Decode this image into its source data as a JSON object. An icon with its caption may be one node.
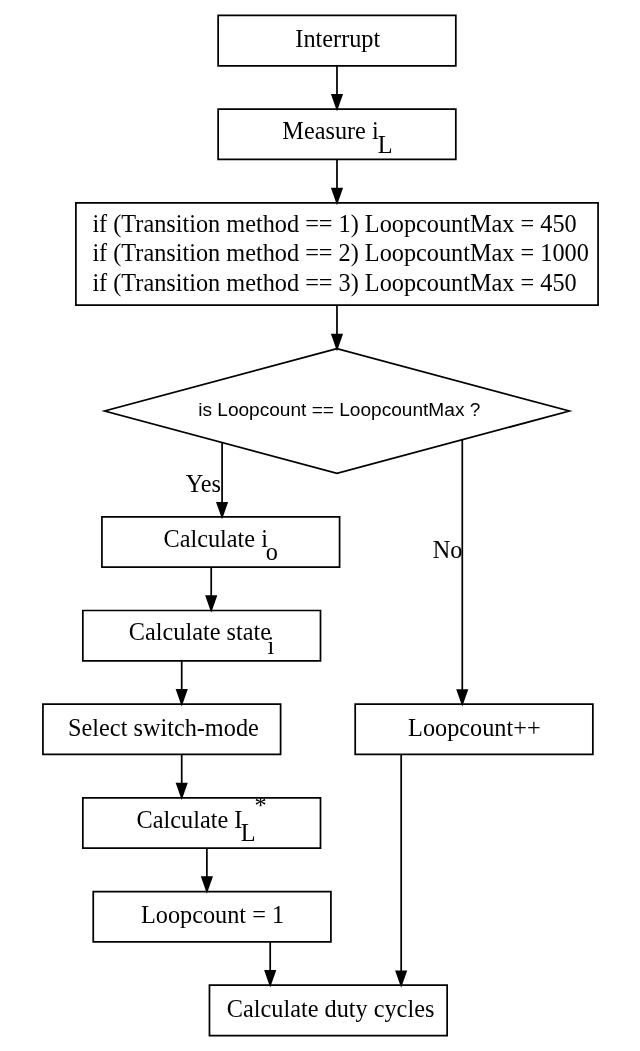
{
  "diagram": {
    "nodes": [
      {
        "text": [
          "Interrupt"
        ]
      },
      {
        "text": [
          "Measure i$_{L}$"
        ]
      },
      {
        "text": [
          "if (Transition method == 1) LoopcountMax = 450",
          "if (Transition method == 2) LoopcountMax = 1000",
          "if (Transition method == 3) LoopcountMax = 450"
        ]
      },
      {
        "text": [
          "is Loopcount == LoopcountMax ?"
        ]
      },
      {
        "text": [
          "Calculate i$_{o}$"
        ]
      },
      {
        "text": [
          "Calculate state$_{i}$"
        ]
      },
      {
        "text": [
          "Select switch-mode"
        ]
      },
      {
        "text": [
          "Calculate I$_{L}$$^{*}$"
        ]
      },
      {
        "text": [
          "Loopcount = 1"
        ]
      },
      {
        "text": [
          "Loopcount++"
        ]
      },
      {
        "text": [
          "Calculate duty cycles"
        ]
      }
    ],
    "edges": [
      {
        "from": 0,
        "to": 1,
        "arrow": "to"
      },
      {
        "from": 1,
        "to": 2,
        "arrow": "to"
      },
      {
        "from": 2,
        "to": 3,
        "arrow": "to"
      },
      {
        "from": 3,
        "to": 4,
        "arrow": "to",
        "label": "Yes"
      },
      {
        "from": 4,
        "to": 5,
        "arrow": "to"
      },
      {
        "from": 5,
        "to": 6,
        "arrow": "to"
      },
      {
        "from": 6,
        "to": 7,
        "arrow": "to"
      },
      {
        "from": 7,
        "to": 8,
        "arrow": "to"
      },
      {
        "from": 3,
        "to": 9,
        "arrow": "to",
        "label": "No"
      },
      {
        "from": 8,
        "to": 10,
        "arrow": "to"
      },
      {
        "from": 9,
        "to": 10,
        "arrow": "to"
      }
    ]
  }
}
